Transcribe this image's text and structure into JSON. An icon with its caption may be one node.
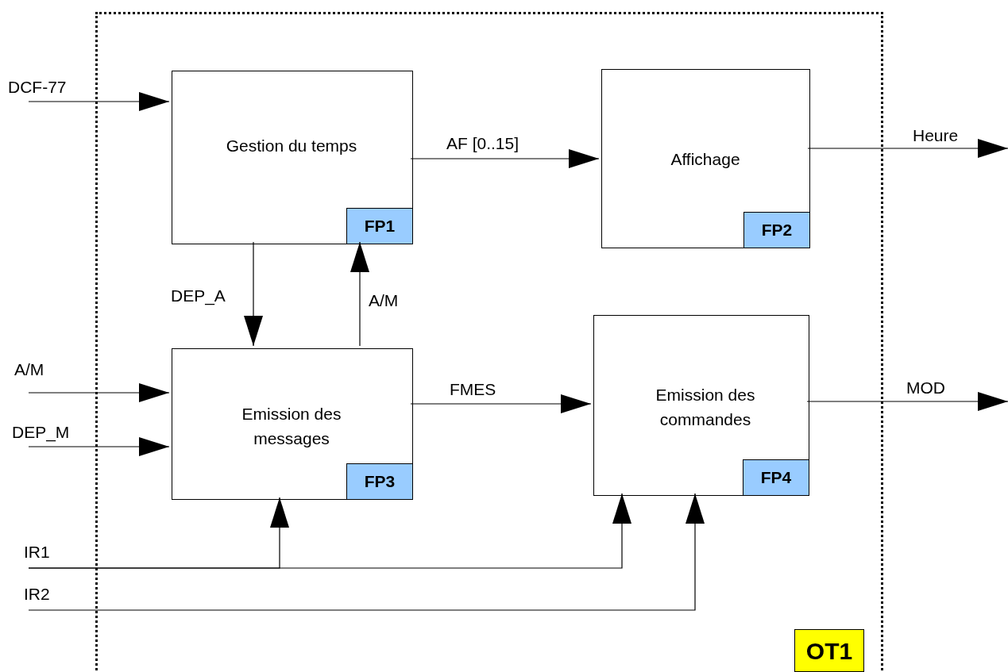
{
  "diagram": {
    "nodes": [
      {
        "text": [
          "OT1"
        ]
      },
      {
        "text": [
          "Gestion du temps",
          "FP1"
        ],
        "in": 0
      },
      {
        "text": [
          "Affichage",
          "FP2"
        ],
        "in": 0
      },
      {
        "text": [
          "Emission des messages",
          "FP3"
        ],
        "in": 0
      },
      {
        "text": [
          "Emission des commandes",
          "FP4"
        ],
        "in": 0
      }
    ],
    "edges": [
      {
        "from": null,
        "to": 1,
        "arrow": "to",
        "label": "DCF-77"
      },
      {
        "from": 1,
        "to": 2,
        "arrow": "to",
        "label": "AF [0..15]"
      },
      {
        "from": 2,
        "to": null,
        "arrow": "to",
        "label": "Heure"
      },
      {
        "from": 1,
        "to": 3,
        "arrow": "to",
        "label": "DEP_A"
      },
      {
        "from": 3,
        "to": 1,
        "arrow": "to",
        "label": "A/M"
      },
      {
        "from": null,
        "to": 3,
        "arrow": "to",
        "label": "A/M"
      },
      {
        "from": null,
        "to": 3,
        "arrow": "to",
        "label": "DEP_M"
      },
      {
        "from": 3,
        "to": 4,
        "arrow": "to",
        "label": "FMES"
      },
      {
        "from": 4,
        "to": null,
        "arrow": "to",
        "label": "MOD"
      },
      {
        "from": null,
        "to": 3,
        "arrow": "to",
        "label": "IR1"
      },
      {
        "from": null,
        "to": 4,
        "arrow": "to"
      },
      {
        "from": null,
        "to": 4,
        "arrow": "to",
        "label": "IR2"
      }
    ]
  }
}
